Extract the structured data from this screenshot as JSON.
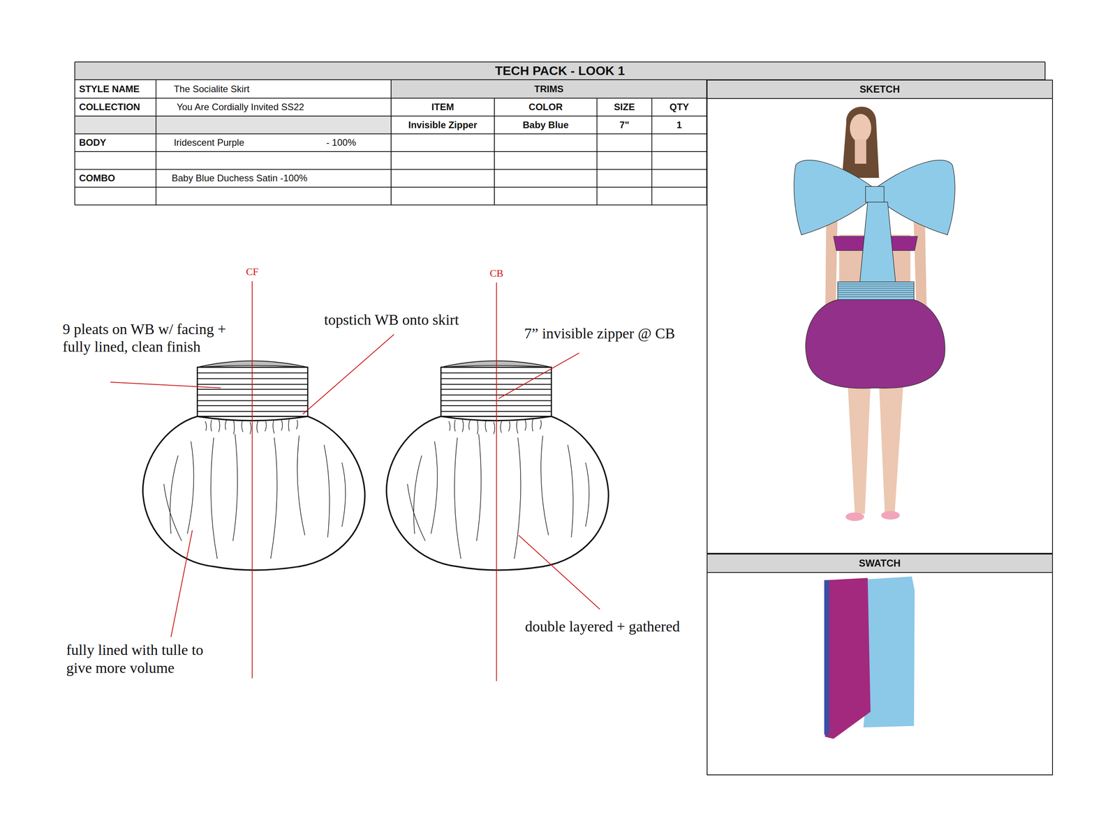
{
  "diagram": {
    "title": "TECH PACK - LOOK 1",
    "nodes": [
      {
        "text": [
          "SKETCH"
        ]
      },
      {
        "text": [
          "SWATCH"
        ]
      }
    ],
    "labels": [
      "STYLE NAME",
      "The Socialite Skirt",
      "COLLECTION",
      "You Are Cordially Invited SS22",
      "BODY",
      "Iridescent Purple",
      "- 100%",
      "COMBO",
      "Baby Blue Duchess Satin -100%",
      "TRIMS",
      "ITEM",
      "COLOR",
      "SIZE",
      "QTY",
      "Invisible Zipper",
      "Baby Blue",
      "7\"",
      "1",
      "CF",
      "CB",
      "9 pleats on WB w/ facing + fully lined, clean finish",
      "topstich WB onto skirt",
      "7” invisible zipper @ CB",
      "fully lined with tulle to give more volume",
      "double layered + gathered"
    ]
  }
}
